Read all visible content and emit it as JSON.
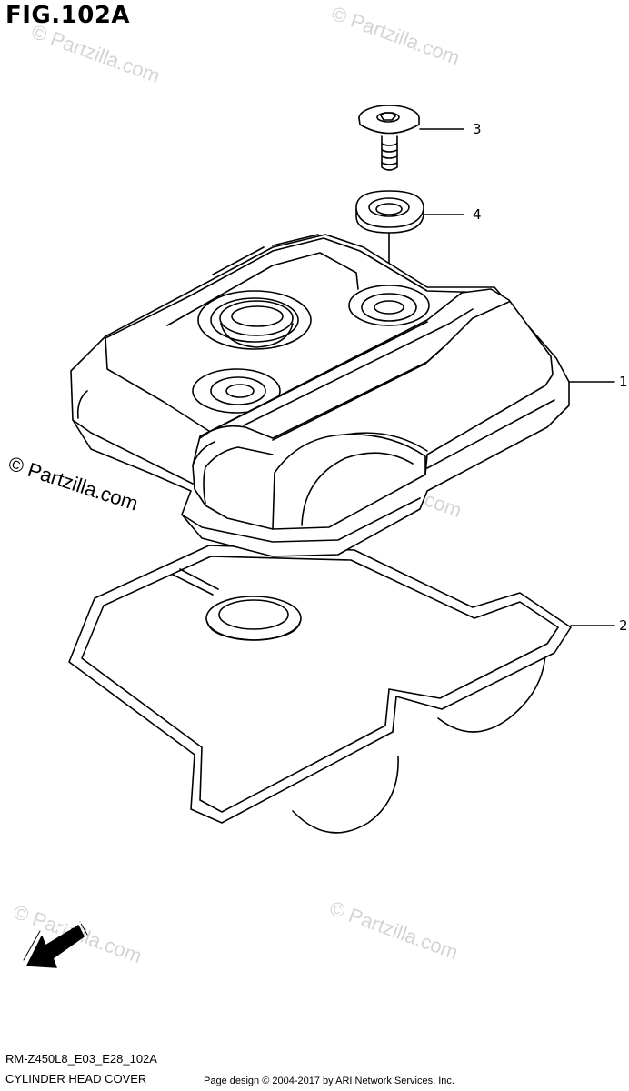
{
  "figure": {
    "id": "FIG.102A",
    "code": "RM-Z450L8_E03_E28_102A",
    "name": "CYLINDER HEAD COVER"
  },
  "callouts": [
    "1",
    "2",
    "3",
    "4"
  ],
  "watermark": {
    "main": "© Partzilla.com",
    "faint": "© Partzilla.com"
  },
  "fwd_label": "FWD",
  "footer": {
    "credit": "Page design © 2004-2017 by ARI Network Services, Inc."
  },
  "colors": {
    "line": "#000000",
    "watermark": "#d4d4d4"
  }
}
